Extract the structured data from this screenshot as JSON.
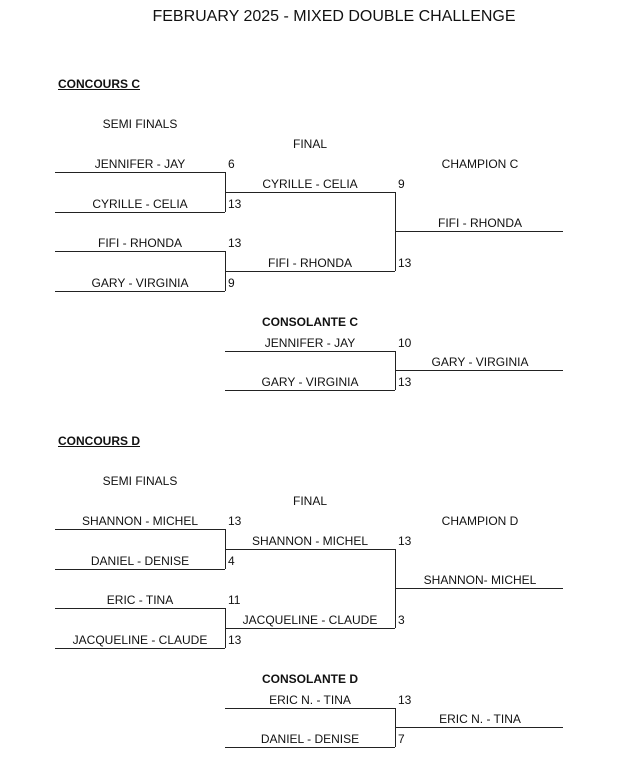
{
  "title": "FEBRUARY 2025 - MIXED DOUBLE CHALLENGE",
  "sections": [
    {
      "name": "CONCOURS C",
      "semi_label": "SEMI FINALS",
      "final_label": "FINAL",
      "champion_label": "CHAMPION C",
      "semis": [
        {
          "team": "JENNIFER - JAY",
          "score": "6"
        },
        {
          "team": "CYRILLE - CELIA",
          "score": "13"
        },
        {
          "team": "FIFI - RHONDA",
          "score": "13"
        },
        {
          "team": "GARY - VIRGINIA",
          "score": "9"
        }
      ],
      "finals": [
        {
          "team": "CYRILLE - CELIA",
          "score": "9"
        },
        {
          "team": "FIFI - RHONDA",
          "score": "13"
        }
      ],
      "champion": "FIFI - RHONDA",
      "consolante_label": "CONSOLANTE C",
      "consolante": [
        {
          "team": "JENNIFER - JAY",
          "score": "10"
        },
        {
          "team": "GARY - VIRGINIA",
          "score": "13"
        }
      ],
      "consolante_winner": "GARY - VIRGINIA"
    },
    {
      "name": "CONCOURS D",
      "semi_label": "SEMI FINALS",
      "final_label": "FINAL",
      "champion_label": "CHAMPION D",
      "semis": [
        {
          "team": "SHANNON - MICHEL",
          "score": "13"
        },
        {
          "team": "DANIEL - DENISE",
          "score": "4"
        },
        {
          "team": "ERIC - TINA",
          "score": "11"
        },
        {
          "team": "JACQUELINE - CLAUDE",
          "score": "13"
        }
      ],
      "finals": [
        {
          "team": "SHANNON - MICHEL",
          "score": "13"
        },
        {
          "team": "JACQUELINE - CLAUDE",
          "score": "3"
        }
      ],
      "champion": "SHANNON- MICHEL",
      "consolante_label": "CONSOLANTE D",
      "consolante": [
        {
          "team": "ERIC N. - TINA",
          "score": "13"
        },
        {
          "team": "DANIEL - DENISE",
          "score": "7"
        }
      ],
      "consolante_winner": "ERIC N. - TINA"
    }
  ]
}
